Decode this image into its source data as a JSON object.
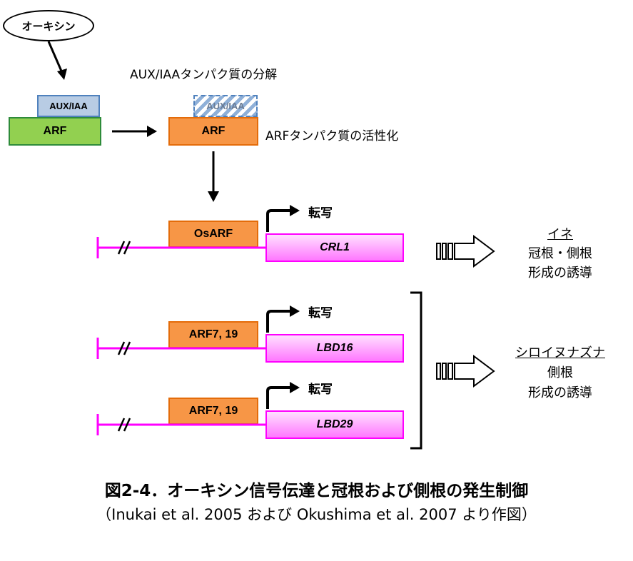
{
  "auxin": {
    "label": "オーキシン"
  },
  "degradation_label": "AUX/IAAタンパク質の分解",
  "aux_iaa_label": "AUX/IAA",
  "aux_iaa_degraded_label": "AUX/IAA",
  "arf_left_label": "ARF",
  "arf_right_label": "ARF",
  "arf_activation_label": "ARFタンパク質の活性化",
  "rice": {
    "tf_label": "OsARF",
    "gene_label": "CRL1",
    "transcription_label": "転写",
    "species_label": "イネ",
    "effect_line1": "冠根・側根",
    "effect_line2": "形成の誘導"
  },
  "arabidopsis": {
    "tf1_label": "ARF7, 19",
    "gene1_label": "LBD16",
    "transcription1_label": "転写",
    "tf2_label": "ARF7, 19",
    "gene2_label": "LBD29",
    "transcription2_label": "転写",
    "species_label": "シロイヌナズナ",
    "effect_line1": "側根",
    "effect_line2": "形成の誘導"
  },
  "caption": {
    "title": "図2-4．オーキシン信号伝達と冠根および側根の発生制御",
    "source": "（Inukai et al. 2005 および Okushima et al. 2007 より作図）"
  },
  "colors": {
    "green_fill": "#92d050",
    "green_border": "#2e8b3a",
    "blue_fill": "#b8cce4",
    "blue_border": "#4f81bd",
    "orange_fill": "#f79646",
    "orange_border": "#e46c0a",
    "magenta": "#ff00ff",
    "gene_fill_light": "#ffccff"
  }
}
